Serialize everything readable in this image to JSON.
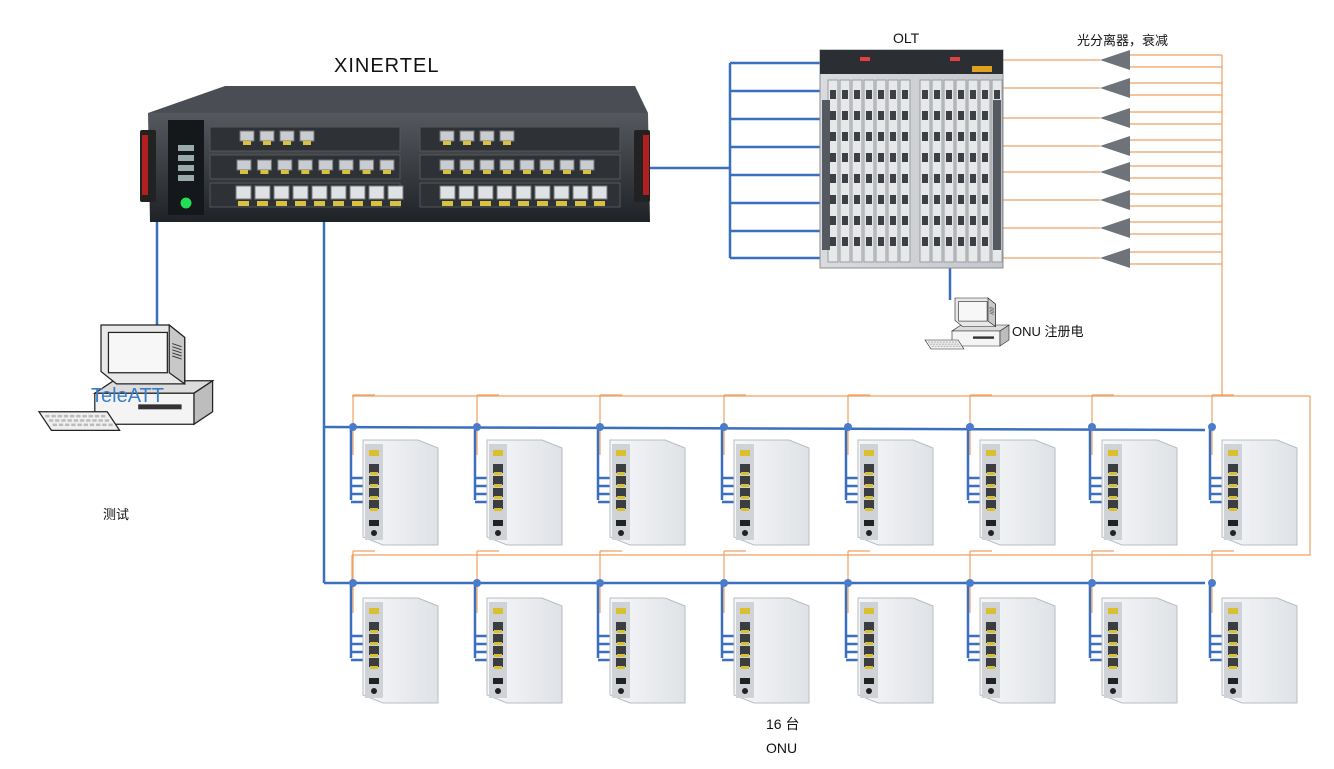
{
  "labels": {
    "xinertel": "XINERTEL",
    "olt": "OLT",
    "splitter": "光分离器，衰减",
    "onu_register": "ONU 注册电",
    "test_pc": "测试",
    "teleatt": "TeleATT",
    "onu_count": "16 台",
    "onu": "ONU"
  },
  "colors": {
    "ethernet_link": "#3a6fbf",
    "fiber_link": "#f0a060",
    "splitter": "#6e737a",
    "onu_body": "#e9ebee",
    "chassis": "#2a2d31"
  },
  "onu_devices": {
    "rows": 2,
    "per_row": 8,
    "total": 16
  },
  "splitter_count": 8
}
